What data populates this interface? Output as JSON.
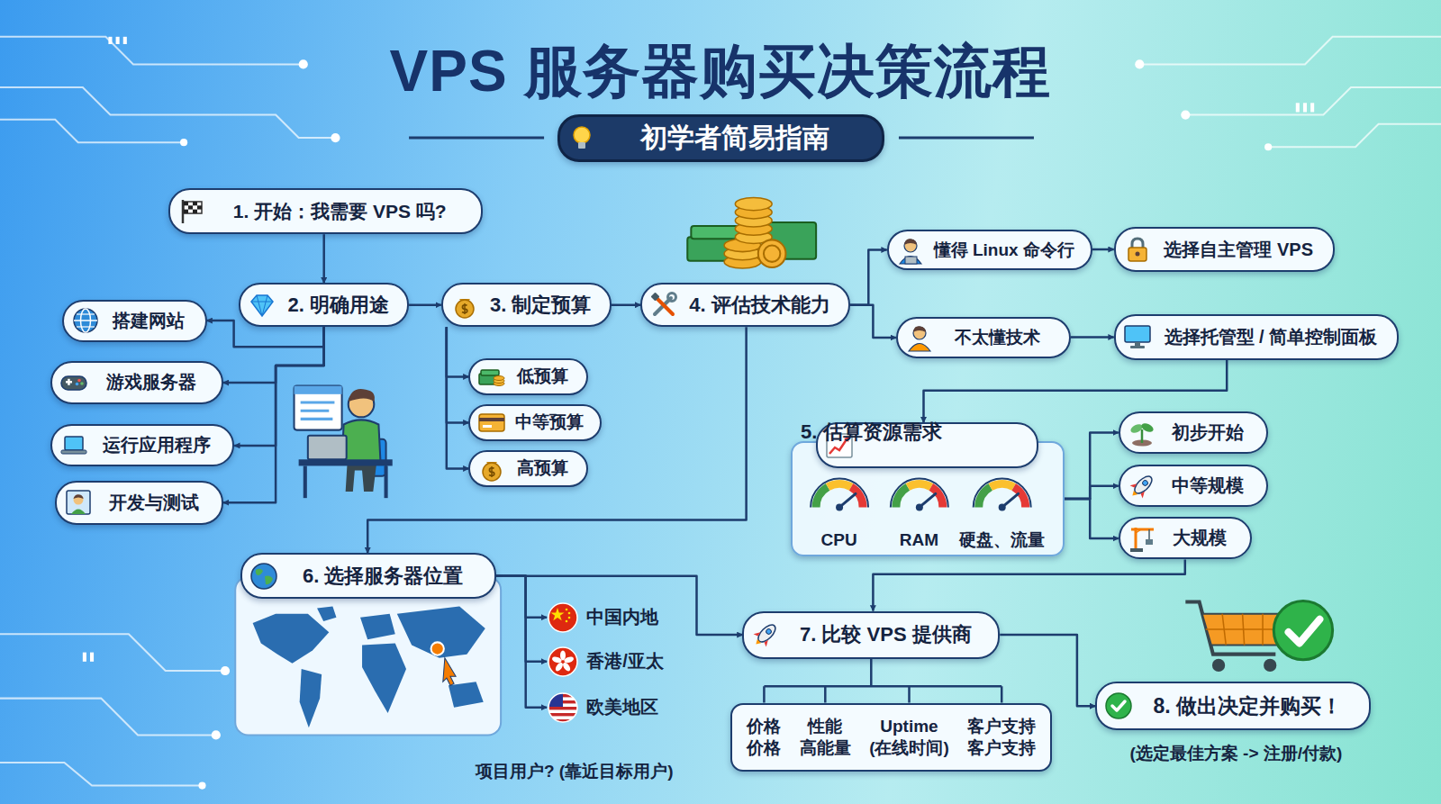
{
  "diagram": {
    "title": "VPS 服务器购买决策流程",
    "nodes": [
      {
        "text": [
          "初学者简易指南"
        ]
      },
      {
        "text": [
          "1. 开始：我需要 VPS 吗?"
        ]
      },
      {
        "text": [
          "2. 明确用途"
        ]
      },
      {
        "text": [
          "搭建网站"
        ]
      },
      {
        "text": [
          "游戏服务器"
        ]
      },
      {
        "text": [
          "运行应用程序"
        ]
      },
      {
        "text": [
          "开发与测试"
        ]
      },
      {
        "text": [
          "3. 制定预算"
        ]
      },
      {
        "text": [
          "低预算"
        ]
      },
      {
        "text": [
          "中等预算"
        ]
      },
      {
        "text": [
          "高预算"
        ]
      },
      {
        "text": [
          "4. 评估技术能力"
        ]
      },
      {
        "text": [
          "懂得 Linux 命令行"
        ]
      },
      {
        "text": [
          "选择自主管理 VPS"
        ]
      },
      {
        "text": [
          "不太懂技术"
        ]
      },
      {
        "text": [
          "选择托管型 / 简单控制面板"
        ]
      },
      {
        "text": [
          "CPU",
          "RAM",
          "硬盘、流量"
        ]
      },
      {
        "text": [
          "5. 估算资源需求"
        ],
        "in": 16
      },
      {
        "text": [
          "初步开始"
        ]
      },
      {
        "text": [
          "中等规模"
        ]
      },
      {
        "text": [
          "大规模"
        ]
      },
      {
        "text": [
          "6. 选择服务器位置"
        ]
      },
      {
        "text": [
          "中国内地"
        ]
      },
      {
        "text": [
          "香港/亚太"
        ]
      },
      {
        "text": [
          "欧美地区"
        ]
      },
      {
        "text": [
          "7. 比较 VPS 提供商"
        ]
      },
      {
        "text": [
          "价格 价格",
          "性能 高能量",
          "Uptime (在线时间)",
          "客户支持 客户支持"
        ]
      },
      {
        "text": [
          "8. 做出决定并购买！"
        ]
      }
    ],
    "edges": [
      {
        "from": 1,
        "to": 2,
        "arrow": "to"
      },
      {
        "from": 2,
        "to": 3,
        "arrow": "to"
      },
      {
        "from": 2,
        "to": 4,
        "arrow": "to"
      },
      {
        "from": 2,
        "to": 5,
        "arrow": "to"
      },
      {
        "from": 2,
        "to": 6,
        "arrow": "to"
      },
      {
        "from": 2,
        "to": 7,
        "arrow": "to"
      },
      {
        "from": 7,
        "to": 8,
        "arrow": "to"
      },
      {
        "from": 7,
        "to": 9,
        "arrow": "to"
      },
      {
        "from": 7,
        "to": 10,
        "arrow": "to"
      },
      {
        "from": 7,
        "to": 11,
        "arrow": "to"
      },
      {
        "from": 11,
        "to": 12,
        "arrow": "to"
      },
      {
        "from": 11,
        "to": 14,
        "arrow": "to"
      },
      {
        "from": 12,
        "to": 13,
        "arrow": "to"
      },
      {
        "from": 14,
        "to": 15,
        "arrow": "to"
      },
      {
        "from": 15,
        "to": 17,
        "arrow": "to"
      },
      {
        "from": 16,
        "to": 18,
        "arrow": "to"
      },
      {
        "from": 16,
        "to": 19,
        "arrow": "to"
      },
      {
        "from": 16,
        "to": 20,
        "arrow": "to"
      },
      {
        "from": 11,
        "to": 21,
        "arrow": "to"
      },
      {
        "from": 21,
        "to": 22,
        "arrow": "to"
      },
      {
        "from": 21,
        "to": 23,
        "arrow": "to"
      },
      {
        "from": 21,
        "to": 24,
        "arrow": "to"
      },
      {
        "from": 21,
        "to": 25,
        "arrow": "to"
      },
      {
        "from": 20,
        "to": 25,
        "arrow": "to"
      },
      {
        "from": 25,
        "to": 26,
        "arrow": "none"
      },
      {
        "from": 25,
        "to": 27,
        "arrow": "to"
      }
    ],
    "labels": [
      "项目用户? (靠近目标用户)",
      "(选定最佳方案 -> 注册/付款)"
    ]
  }
}
